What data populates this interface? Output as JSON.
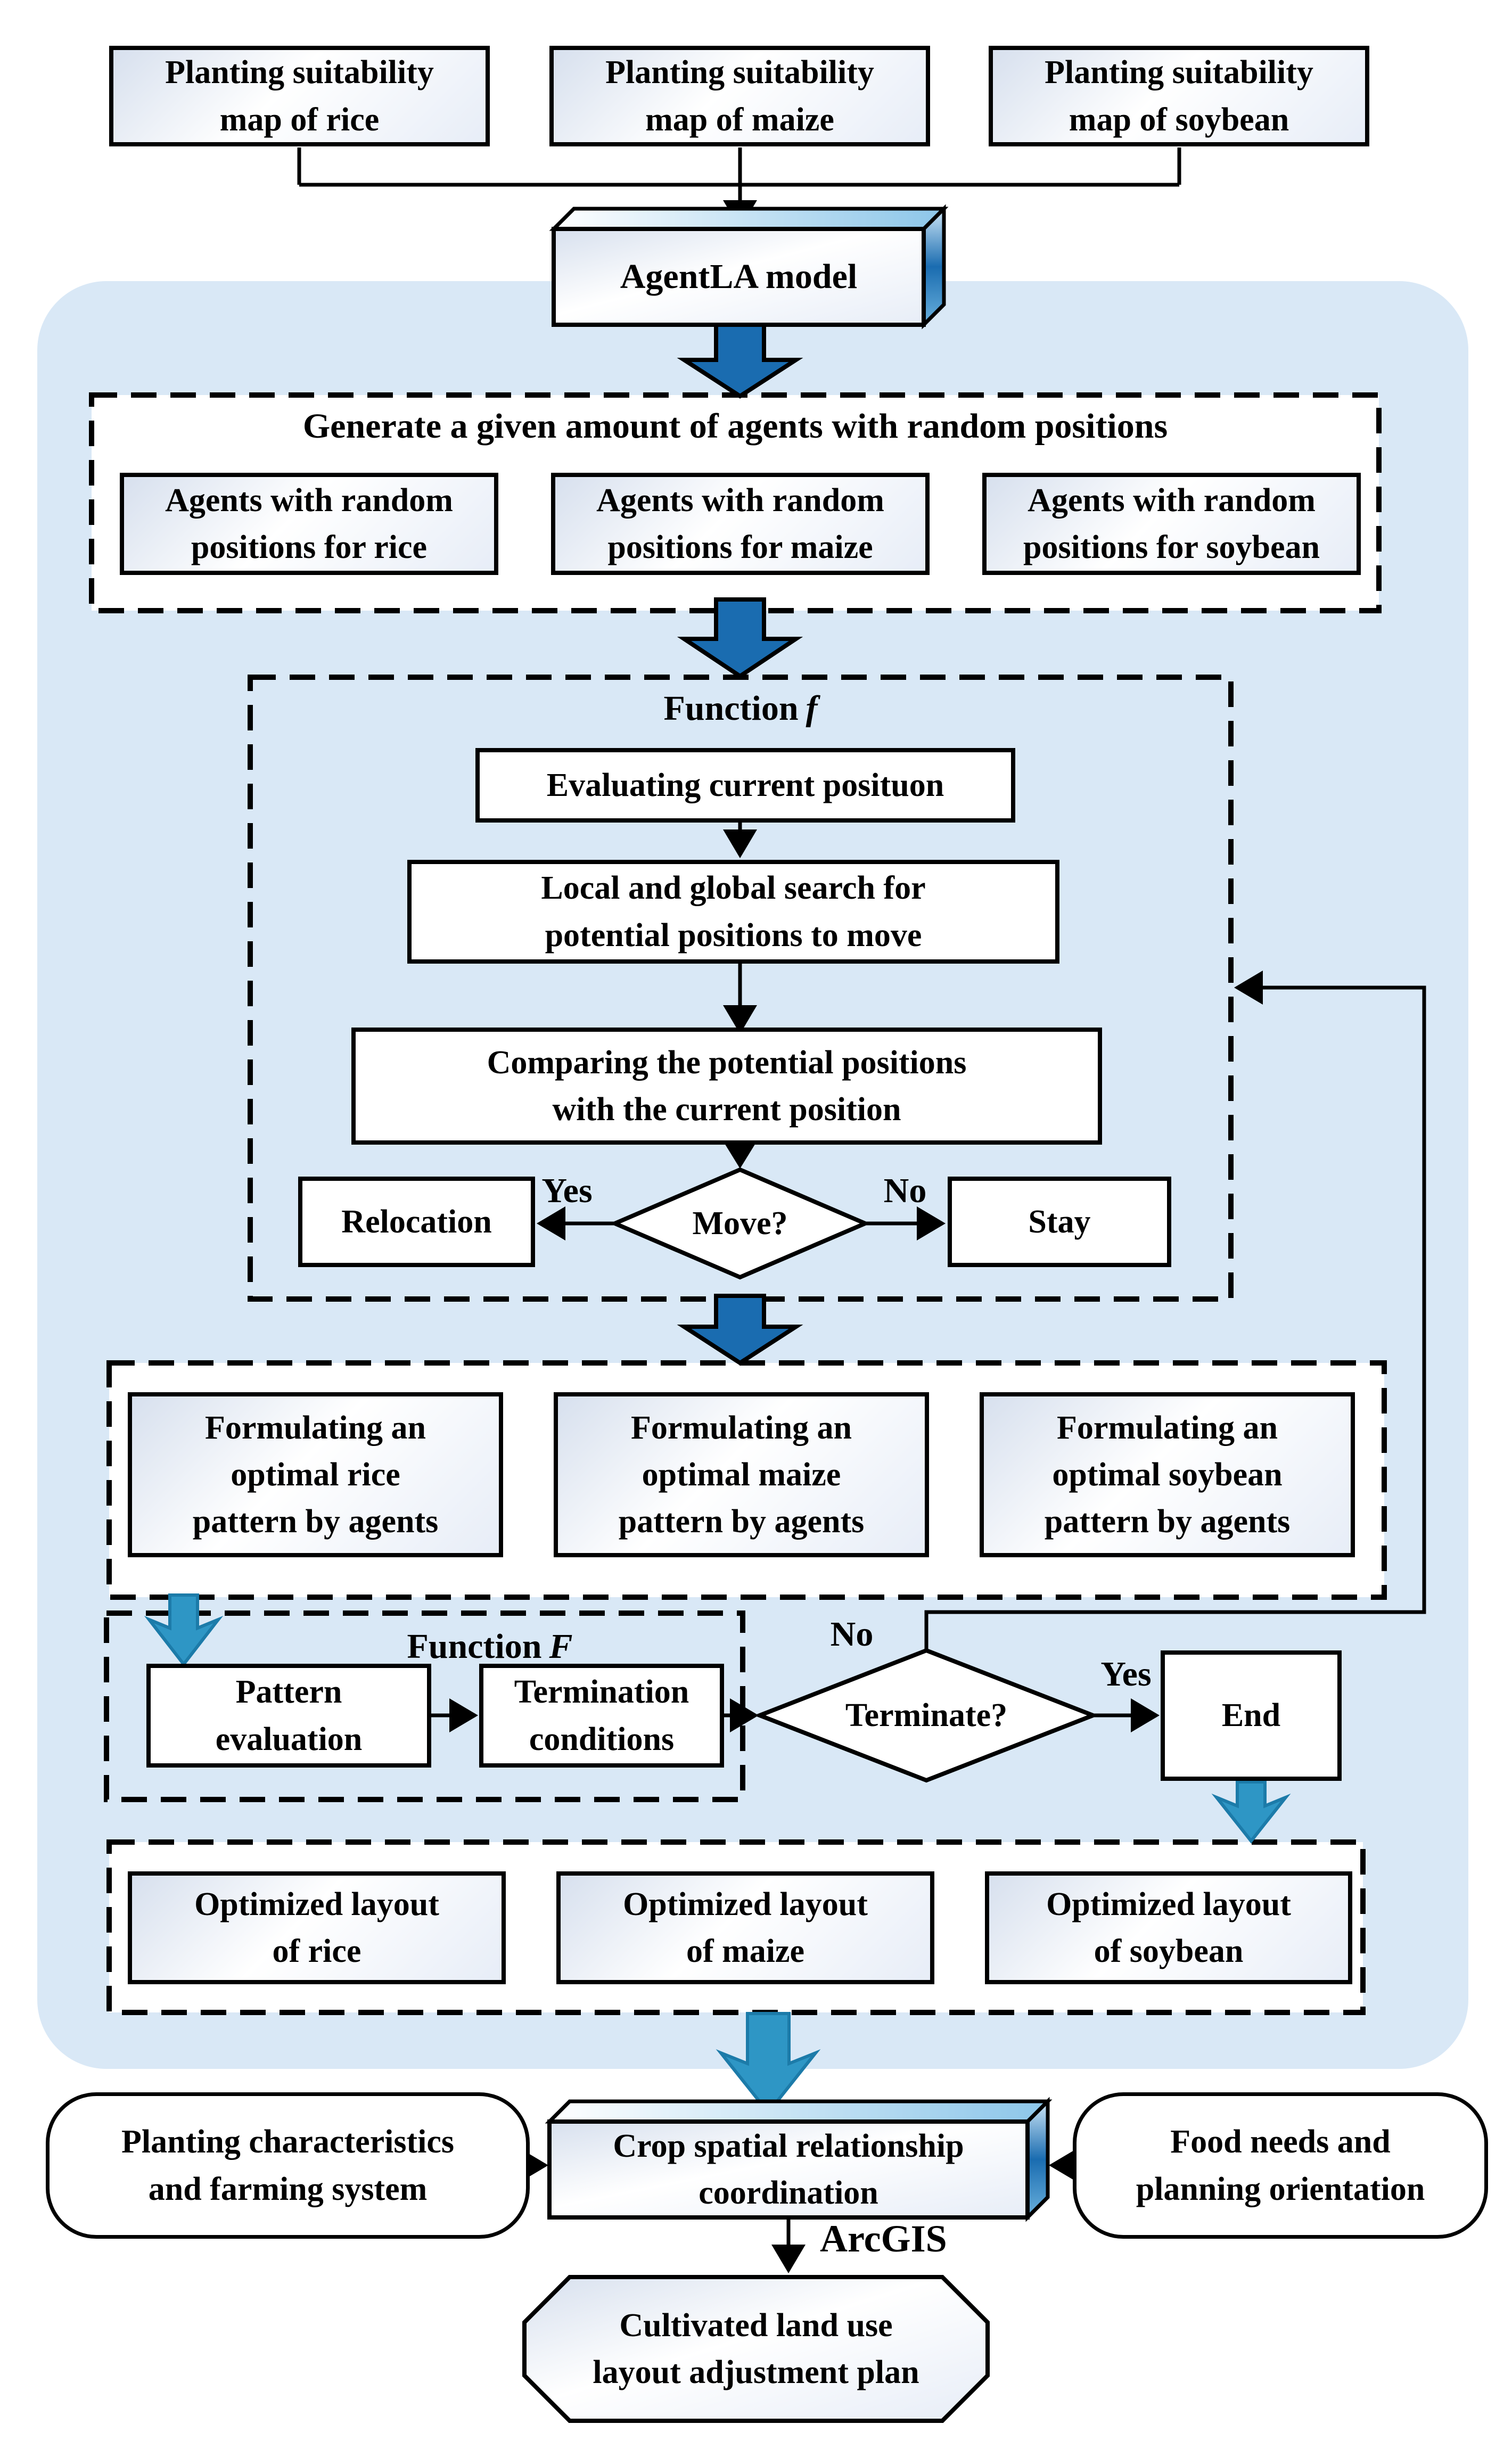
{
  "colors": {
    "region_bg": "#d9e8f6",
    "arrow_primary": "#1a6cb0",
    "arrow_secondary": "#2e96c5",
    "arrow_secondary_stroke": "#1c7ba9",
    "line": "#000000"
  },
  "nodes": {
    "psm_rice": "Planting suitability\nmap of rice",
    "psm_maize": "Planting suitability\nmap of maize",
    "psm_soybean": "Planting suitability\nmap of soybean",
    "agentla": "AgentLA model",
    "generate_title": "Generate a given amount of agents with random positions",
    "agents_rice": "Agents with random\npositions for rice",
    "agents_maize": "Agents with random\npositions for maize",
    "agents_soybean": "Agents with random\npositions for soybean",
    "function_f": {
      "word": "Function",
      "symbol": "f"
    },
    "evaluating": "Evaluating current posituon",
    "local_search": "Local and global search for\npotential positions to move",
    "comparing": "Comparing the potential positions\nwith the current position",
    "move": "Move?",
    "move_yes": "Yes",
    "move_no": "No",
    "relocation": "Relocation",
    "stay": "Stay",
    "form_rice": "Formulating an\noptimal rice\npattern by  agents",
    "form_maize": "Formulating an\noptimal maize\npattern by  agents",
    "form_soybean": "Formulating an\noptimal soybean\npattern by  agents",
    "function_F": {
      "word": "Function",
      "symbol": "F"
    },
    "pattern_eval": "Pattern\nevaluation",
    "termination": "Termination\nconditions",
    "terminate": "Terminate?",
    "terminate_yes": "Yes",
    "terminate_no": "No",
    "end": "End",
    "opt_rice": "Optimized layout\nof rice",
    "opt_maize": "Optimized layout\nof maize",
    "opt_soybean": "Optimized layout\nof soybean",
    "planting_characteristics": "Planting characteristics\nand farming system",
    "crop_spatial": "Crop spatial relationship\ncoordination",
    "food_needs": "Food needs and\nplanning orientation",
    "arcgis": "ArcGIS",
    "cultivated": "Cultivated land use\nlayout adjustment plan"
  }
}
